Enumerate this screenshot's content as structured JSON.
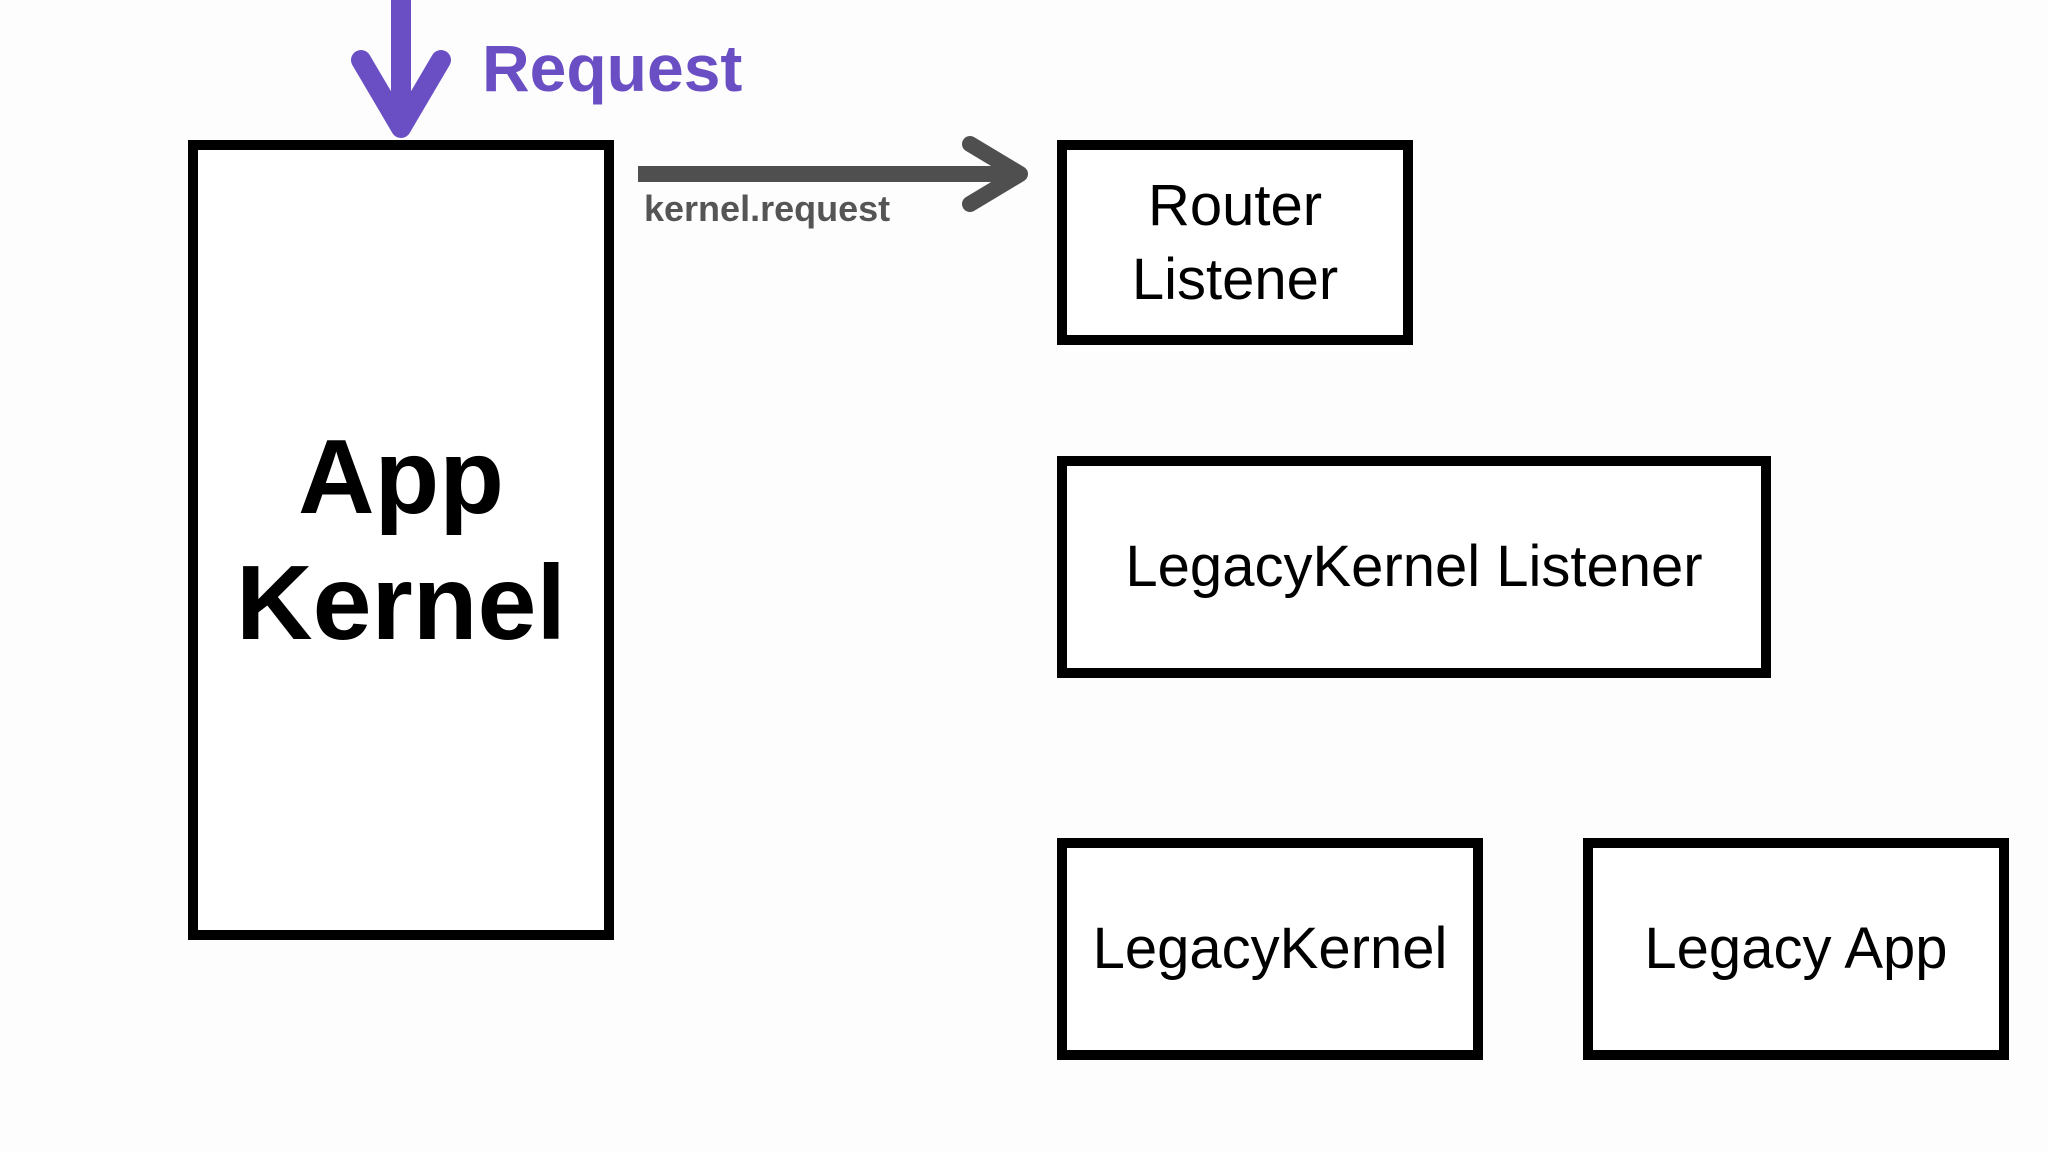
{
  "request": {
    "label": "Request",
    "color": "#6a4fc4"
  },
  "event": {
    "label": "kernel.request",
    "color": "#555555"
  },
  "boxes": {
    "app_kernel": "App\nKernel",
    "router_listener": "Router\nListener",
    "legacykernel_listener": "LegacyKernel Listener",
    "legacykernel": "LegacyKernel",
    "legacy_app": "Legacy App"
  }
}
